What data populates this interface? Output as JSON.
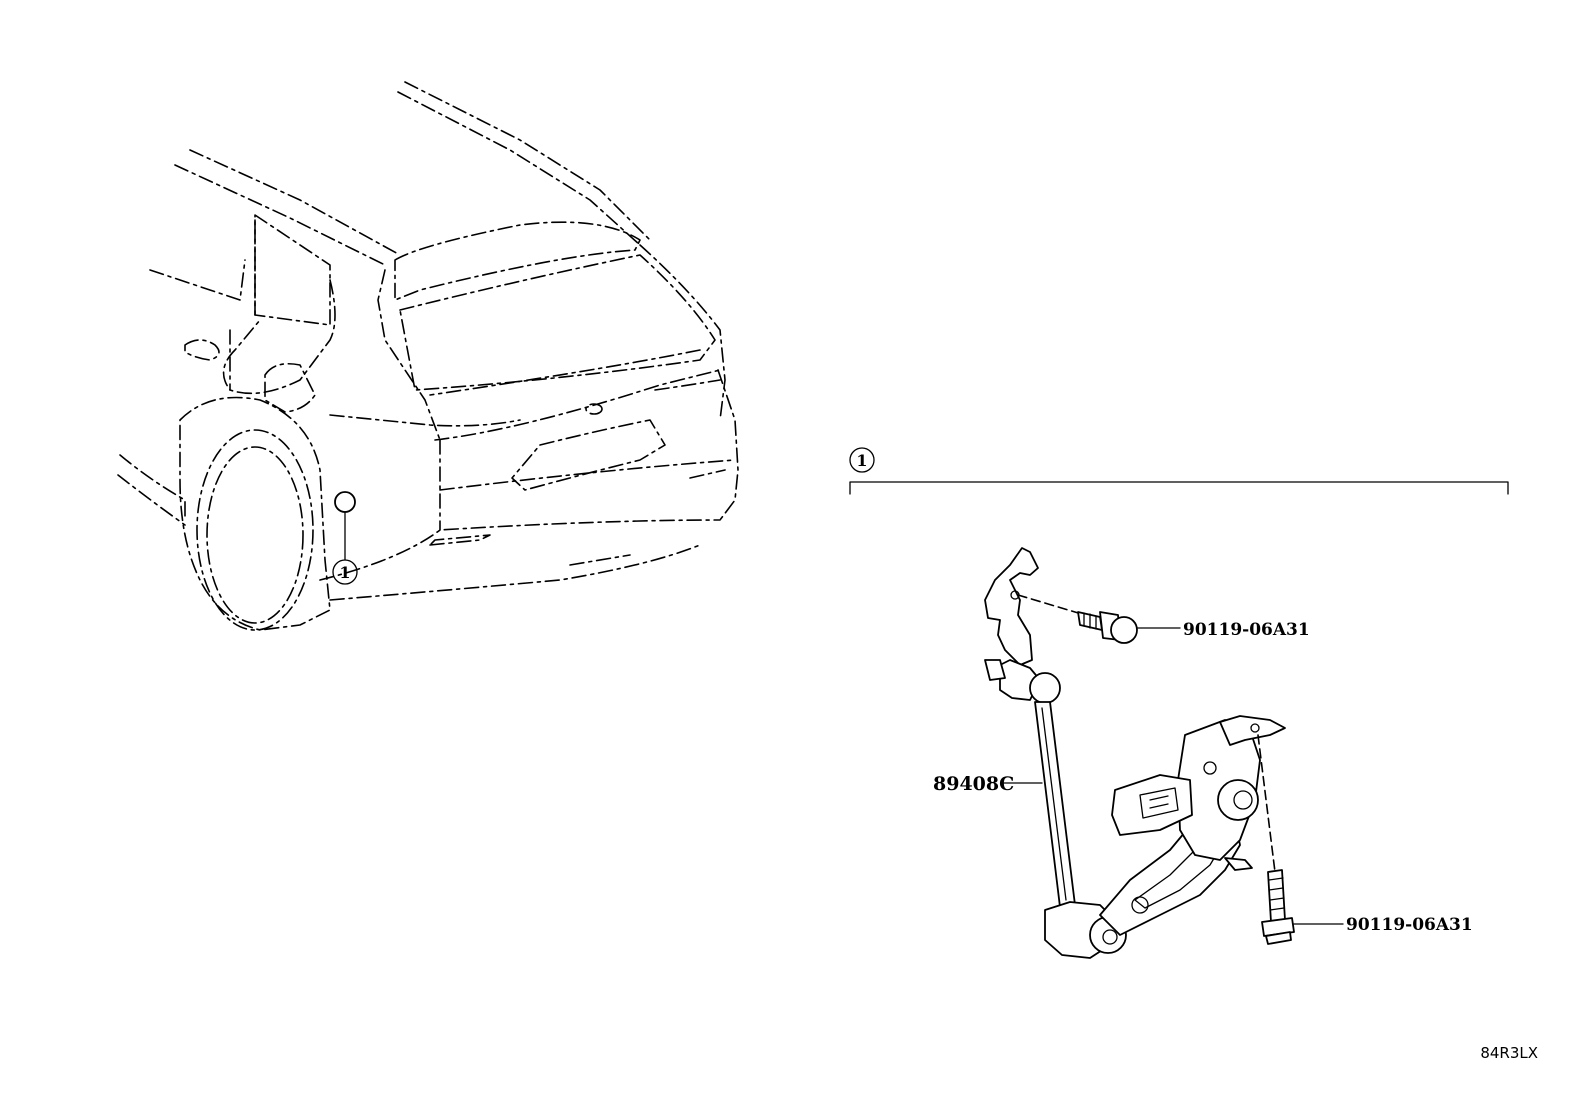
{
  "callouts": {
    "ref_number": "1",
    "vehicle_ref_number": "1"
  },
  "parts": {
    "sensor": "89408C",
    "bolt_upper": "90119-06A31",
    "bolt_lower": "90119-06A31"
  },
  "illustration_code": "84R3LX"
}
